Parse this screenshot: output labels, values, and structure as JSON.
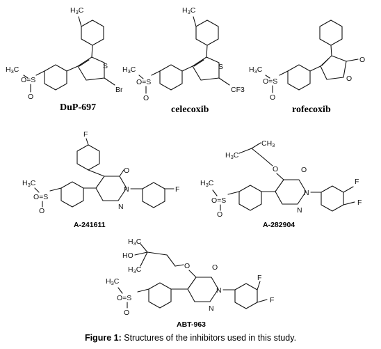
{
  "caption": {
    "label": "Figure 1:",
    "text": "Structures of the inhibitors used in this study."
  },
  "compounds": [
    {
      "name": "DuP-697",
      "substituent": "Br"
    },
    {
      "name": "celecoxib",
      "substituent": "CF3"
    },
    {
      "name": "rofecoxib"
    },
    {
      "name": "A-241611",
      "substituent": "F"
    },
    {
      "name": "A-282904",
      "substituent": "F"
    },
    {
      "name": "ABT-963",
      "substituent": "F"
    }
  ]
}
